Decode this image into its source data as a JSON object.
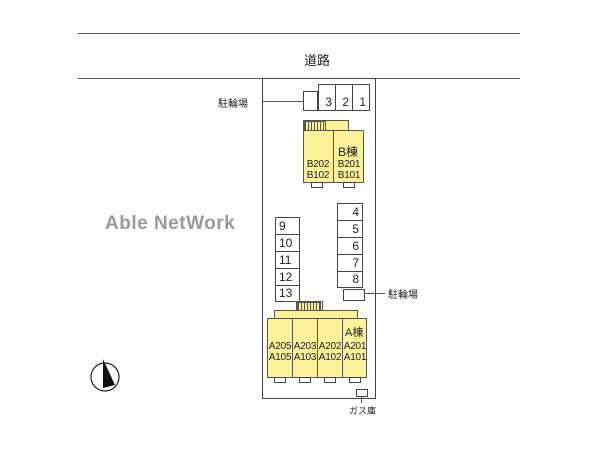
{
  "road_label": "道路",
  "watermark": "Able NetWork",
  "bike_parking_label": "駐輪場",
  "gas_storage_label": "ガス庫",
  "parking_top": [
    "3",
    "2",
    "1"
  ],
  "parking_right": [
    "4",
    "5",
    "6",
    "7",
    "8"
  ],
  "parking_left": [
    "9",
    "10",
    "11",
    "12",
    "13"
  ],
  "building_b": {
    "name": "B棟",
    "units": [
      [
        "B202",
        "B102"
      ],
      [
        "B201",
        "B101"
      ]
    ]
  },
  "building_a": {
    "name": "A棟",
    "units": [
      [
        "A205",
        "A105"
      ],
      [
        "A203",
        "A103"
      ],
      [
        "A202",
        "A102"
      ],
      [
        "A201",
        "A101"
      ]
    ]
  },
  "north_icon": "north-arrow-icon",
  "colors": {
    "building": "#fbf29a"
  }
}
